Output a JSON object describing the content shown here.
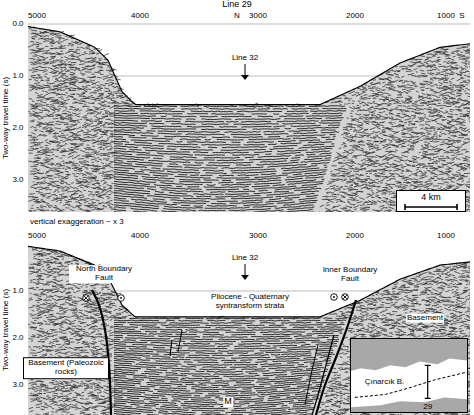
{
  "diagram": {
    "nodes": [
      {
        "text": [
          "4 km"
        ]
      },
      {
        "text": [
          "Çınarcık B.",
          "29"
        ]
      }
    ],
    "labels": [
      "Line 29",
      "N",
      "S",
      "5000",
      "4000",
      "3000",
      "2000",
      "1000",
      "0.0",
      "1.0",
      "2.0",
      "3.0",
      "Two-way travel time (s)",
      "Line 32",
      "vertical exaggeration ~ x 3",
      "5000",
      "4000",
      "3000",
      "2000",
      "1000",
      "1.0",
      "2.0",
      "3.0",
      "Two-way travel time (s)",
      "Line 32",
      "North Boundary Fault",
      "Pliocene - Quaternary syntransform strata",
      "Inner Boundary Fault",
      "Basement",
      "Basement (Paleozoic rocks)",
      "M"
    ]
  }
}
